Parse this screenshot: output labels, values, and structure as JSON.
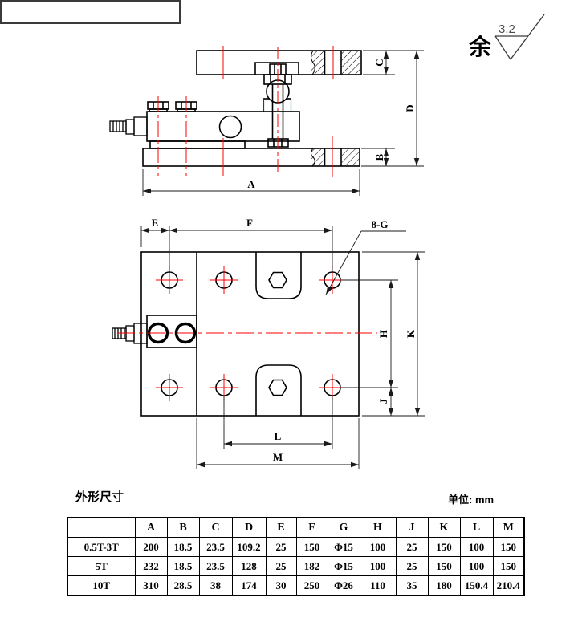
{
  "colors": {
    "line": "#000000",
    "centerline": "#ff0000",
    "seat_edge": "#006400",
    "dim_line": "#1a1a1a"
  },
  "roughness": {
    "prefix": "余",
    "value": "3.2"
  },
  "side_view": {
    "labels": {
      "A": "A",
      "B": "B",
      "C": "C",
      "D": "D"
    }
  },
  "top_view": {
    "labels": {
      "E": "E",
      "F": "F",
      "G": "8-G",
      "H": "H",
      "J": "J",
      "K": "K",
      "L": "L",
      "M": "M"
    }
  },
  "table": {
    "title": "外形尺寸",
    "unit": "单位: mm",
    "columns": [
      "",
      "A",
      "B",
      "C",
      "D",
      "E",
      "F",
      "G",
      "H",
      "J",
      "K",
      "L",
      "M"
    ],
    "rows": [
      {
        "label": "0.5T-3T",
        "values": [
          "200",
          "18.5",
          "23.5",
          "109.2",
          "25",
          "150",
          "Φ15",
          "100",
          "25",
          "150",
          "100",
          "150"
        ]
      },
      {
        "label": "5T",
        "values": [
          "232",
          "18.5",
          "23.5",
          "128",
          "25",
          "182",
          "Φ15",
          "100",
          "25",
          "150",
          "100",
          "150"
        ]
      },
      {
        "label": "10T",
        "values": [
          "310",
          "28.5",
          "38",
          "174",
          "30",
          "250",
          "Φ26",
          "110",
          "35",
          "180",
          "150.4",
          "210.4"
        ]
      }
    ]
  }
}
